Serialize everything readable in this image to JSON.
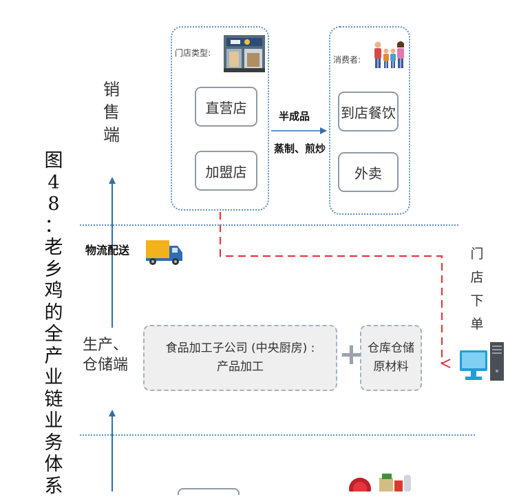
{
  "caption": "图48：老乡鸡的全产业链业务体系",
  "stages": {
    "sales": "销售端",
    "production_line1": "生产、",
    "production_line2": "仓储端"
  },
  "store_panel": {
    "label": "门店类型:",
    "items": [
      "直营店",
      "加盟店"
    ]
  },
  "consumer_panel": {
    "label": "消费者:",
    "items": [
      "到店餐饮",
      "外卖"
    ]
  },
  "arrow_labels": {
    "top": "半成品",
    "bottom": "蒸制、煎炒"
  },
  "logistics_label": "物流配送",
  "store_order": "门店下单",
  "kitchen": {
    "line1": "食品加工子公司 (中央厨房) :",
    "line2": "产品加工"
  },
  "plus": "+",
  "warehouse": {
    "line1": "仓库仓储",
    "line2": "原材料"
  },
  "icons": [
    "store-photo-icon",
    "family-icon",
    "truck-icon",
    "computer-icon",
    "food-produce-icon"
  ],
  "colors": {
    "accent_blue": "#2e6fb0",
    "dotted_blue": "#5b8fc4",
    "red_dashed": "#e0383e"
  }
}
